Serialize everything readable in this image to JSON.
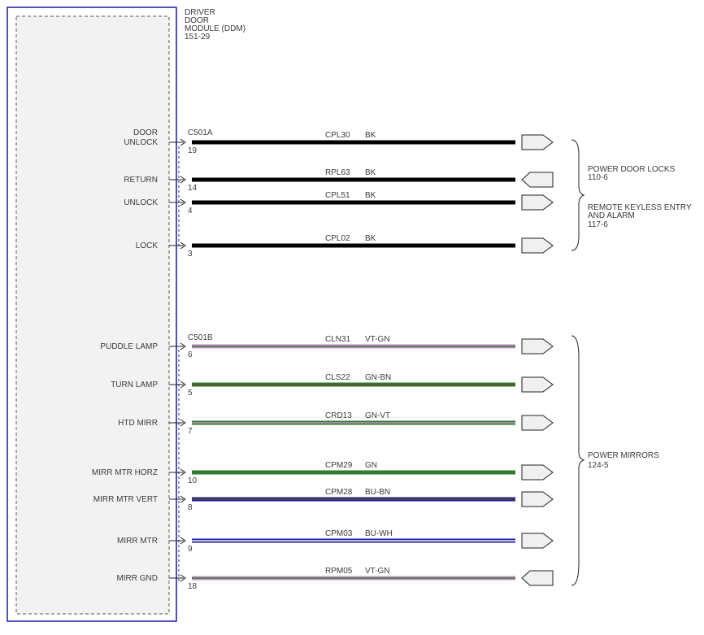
{
  "module": {
    "title_lines": [
      "DRIVER",
      "DOOR",
      "MODULE (DDM)",
      "151-29"
    ]
  },
  "connectors": [
    {
      "id": "C501A"
    },
    {
      "id": "C501B"
    }
  ],
  "circuits": [
    {
      "pin_label_lines": [
        "DOOR",
        "UNLOCK"
      ],
      "pin": "19",
      "circuit": "CPL30",
      "color_code": "BK",
      "wire_color": "#000000",
      "stripe_color": "",
      "direction": "out",
      "connector": "C501A"
    },
    {
      "pin_label_lines": [
        "RETURN"
      ],
      "pin": "14",
      "circuit": "RPL63",
      "color_code": "BK",
      "wire_color": "#000000",
      "stripe_color": "",
      "direction": "in",
      "connector": ""
    },
    {
      "pin_label_lines": [
        "UNLOCK"
      ],
      "pin": "4",
      "circuit": "CPL51",
      "color_code": "BK",
      "wire_color": "#000000",
      "stripe_color": "",
      "direction": "out",
      "connector": ""
    },
    {
      "pin_label_lines": [
        "LOCK"
      ],
      "pin": "3",
      "circuit": "CPL02",
      "color_code": "BK",
      "wire_color": "#000000",
      "stripe_color": "",
      "direction": "out",
      "connector": ""
    },
    {
      "pin_label_lines": [
        "PUDDLE LAMP"
      ],
      "pin": "6",
      "circuit": "CLN31",
      "color_code": "VT-GN",
      "wire_color": "#c98ec9",
      "stripe_color": "#2e7d2e",
      "direction": "out",
      "connector": "C501B"
    },
    {
      "pin_label_lines": [
        "TURN LAMP"
      ],
      "pin": "5",
      "circuit": "CLS22",
      "color_code": "GN-BN",
      "wire_color": "#2f7a2f",
      "stripe_color": "#6b4a2a",
      "direction": "out",
      "connector": ""
    },
    {
      "pin_label_lines": [
        "HTD MIRR"
      ],
      "pin": "7",
      "circuit": "CRD13",
      "color_code": "GN-VT",
      "wire_color": "#2f7a2f",
      "stripe_color": "#c98ec9",
      "direction": "out",
      "connector": ""
    },
    {
      "pin_label_lines": [
        "MIRR MTR HORZ"
      ],
      "pin": "10",
      "circuit": "CPM29",
      "color_code": "GN",
      "wire_color": "#2f7a2f",
      "stripe_color": "",
      "direction": "out",
      "connector": ""
    },
    {
      "pin_label_lines": [
        "MIRR MTR VERT"
      ],
      "pin": "8",
      "circuit": "CPM28",
      "color_code": "BU-BN",
      "wire_color": "#1a1aa0",
      "stripe_color": "#6b4a2a",
      "direction": "out",
      "connector": ""
    },
    {
      "pin_label_lines": [
        "MIRR MTR"
      ],
      "pin": "9",
      "circuit": "CPM03",
      "color_code": "BU-WH",
      "wire_color": "#1a1aa0",
      "stripe_color": "#ffffff",
      "direction": "out",
      "connector": ""
    },
    {
      "pin_label_lines": [
        "MIRR GND"
      ],
      "pin": "18",
      "circuit": "RPM05",
      "color_code": "VT-GN",
      "wire_color": "#c98ec9",
      "stripe_color": "#2e7d2e",
      "direction": "in",
      "connector": ""
    }
  ],
  "references": [
    {
      "lines": [
        "POWER DOOR LOCKS",
        "110-6"
      ]
    },
    {
      "lines": [
        "REMOTE KEYLESS ENTRY",
        "AND ALARM",
        "117-6"
      ]
    },
    {
      "lines": [
        "POWER MIRRORS",
        "124-5"
      ]
    }
  ],
  "colors": {
    "module_border": "#1a1aa0",
    "module_fill": "#f2f2f2"
  }
}
